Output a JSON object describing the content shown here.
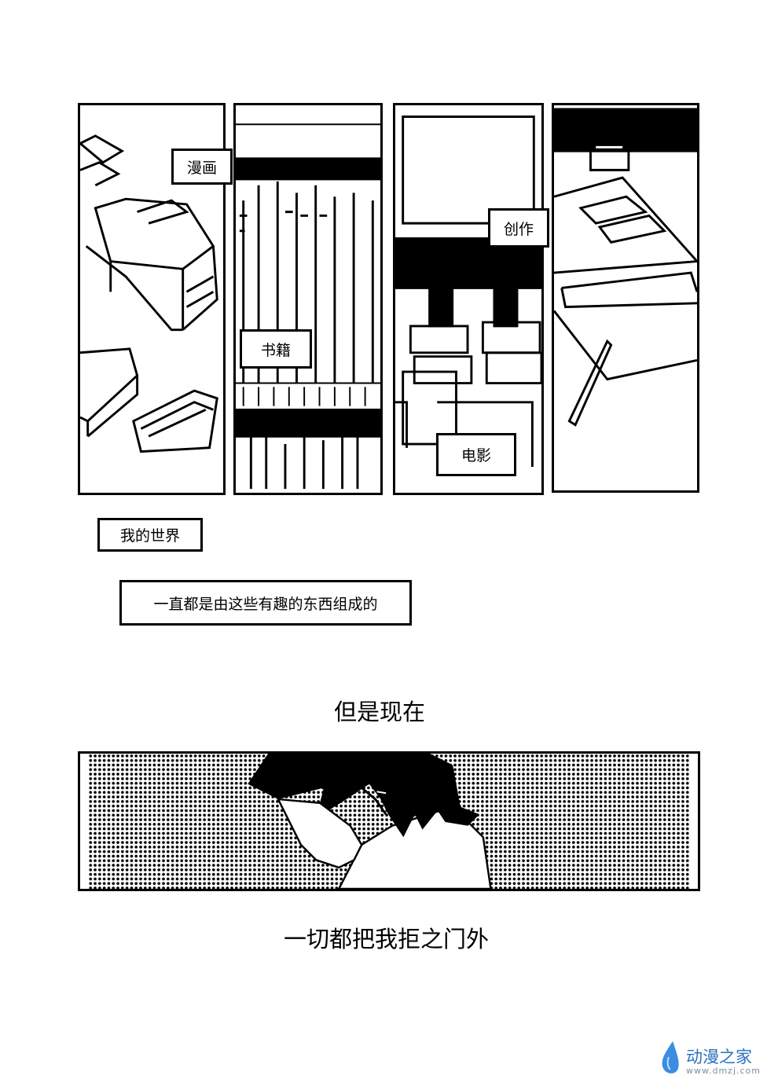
{
  "captions": {
    "manga": "漫画",
    "books": "书籍",
    "creation": "创作",
    "movies": "电影",
    "my_world": "我的世界",
    "always": "一直都是由这些有趣的东西组成的"
  },
  "narration": {
    "but_now": "但是现在",
    "shut_out": "一切都把我拒之门外"
  },
  "watermark": {
    "title": "动漫之家",
    "url": "www.dmzj.com",
    "icon": "water-drop-icon",
    "color": "#2a6fc0"
  }
}
